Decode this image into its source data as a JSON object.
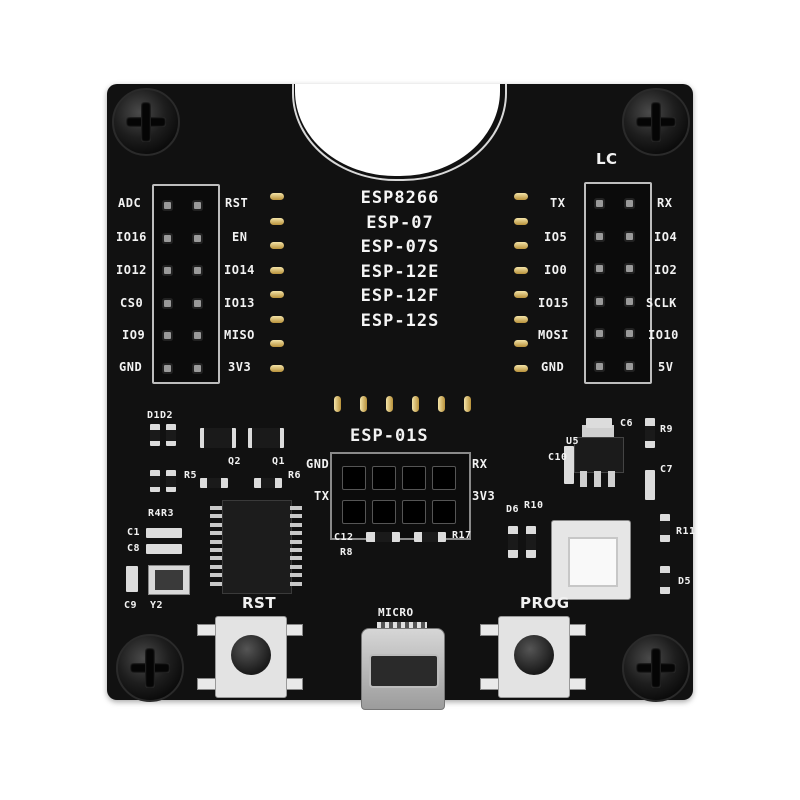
{
  "board": {
    "title_lines": [
      "ESP8266",
      "ESP-07",
      "ESP-07S",
      "ESP-12E",
      "ESP-12F",
      "ESP-12S"
    ],
    "brand": "LC",
    "left_header_outer_labels": [
      "ADC",
      "IO16",
      "IO12",
      "CS0",
      "IO9",
      "GND"
    ],
    "left_header_inner_labels": [
      "RST",
      "EN",
      "IO14",
      "IO13",
      "MISO",
      "3V3"
    ],
    "right_header_inner_labels": [
      "TX",
      "IO5",
      "IO0",
      "IO15",
      "MOSI",
      "GND"
    ],
    "right_header_outer_labels": [
      "RX",
      "IO4",
      "IO2",
      "SCLK",
      "IO10",
      "5V"
    ],
    "esp01_label": "ESP-01S",
    "esp01_pins": {
      "gnd": "GND",
      "rx": "RX",
      "tx": "TX",
      "v33": "3V3"
    },
    "buttons": {
      "rst": "RST",
      "prog": "PROG"
    },
    "usb_label": "MICRO",
    "components": {
      "d1d2": "D1D2",
      "q2": "Q2",
      "q1": "Q1",
      "r5": "R5",
      "r6": "R6",
      "r4r3": "R4R3",
      "c1": "C1",
      "c8": "C8",
      "c9": "C9",
      "y2": "Y2",
      "c12": "C12",
      "r8": "R8",
      "r17": "R17",
      "d6": "D6",
      "r10": "R10",
      "u5": "U5",
      "c10": "C10",
      "c6": "C6",
      "r9": "R9",
      "c7": "C7",
      "r11": "R11",
      "d5": "D5"
    }
  }
}
